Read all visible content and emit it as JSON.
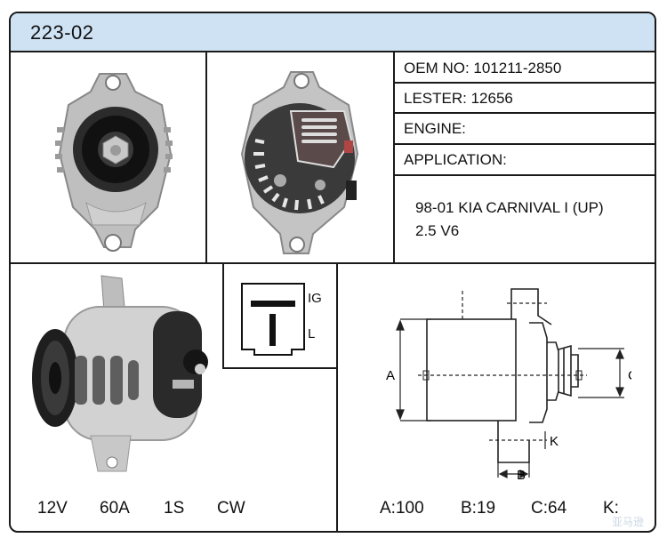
{
  "header": {
    "part_number": "223-02"
  },
  "specs": [
    {
      "label": "OEM NO: 101211-2850"
    },
    {
      "label": "LESTER: 12656"
    },
    {
      "label": "ENGINE:"
    },
    {
      "label": "APPLICATION:"
    }
  ],
  "application": {
    "line1": "98-01 KIA CARNIVAL I (UP)",
    "line2": "2.5 V6"
  },
  "connector": {
    "pin1": "IG",
    "pin2": "L"
  },
  "electrical": {
    "voltage": "12V",
    "amperage": "60A",
    "pulley": "1S",
    "rotation": "CW"
  },
  "dimensions": {
    "labels": {
      "a": "A",
      "b": "B",
      "c": "C",
      "k": "K"
    },
    "values": {
      "a": "A:100",
      "b": "B:19",
      "c": "C:64",
      "k": "K:"
    }
  },
  "images": [
    {
      "name": "front-view-image",
      "icon": "alternator-front"
    },
    {
      "name": "rear-view-image",
      "icon": "alternator-rear"
    },
    {
      "name": "side-view-image",
      "icon": "alternator-side"
    }
  ],
  "watermark": "亚马逊"
}
